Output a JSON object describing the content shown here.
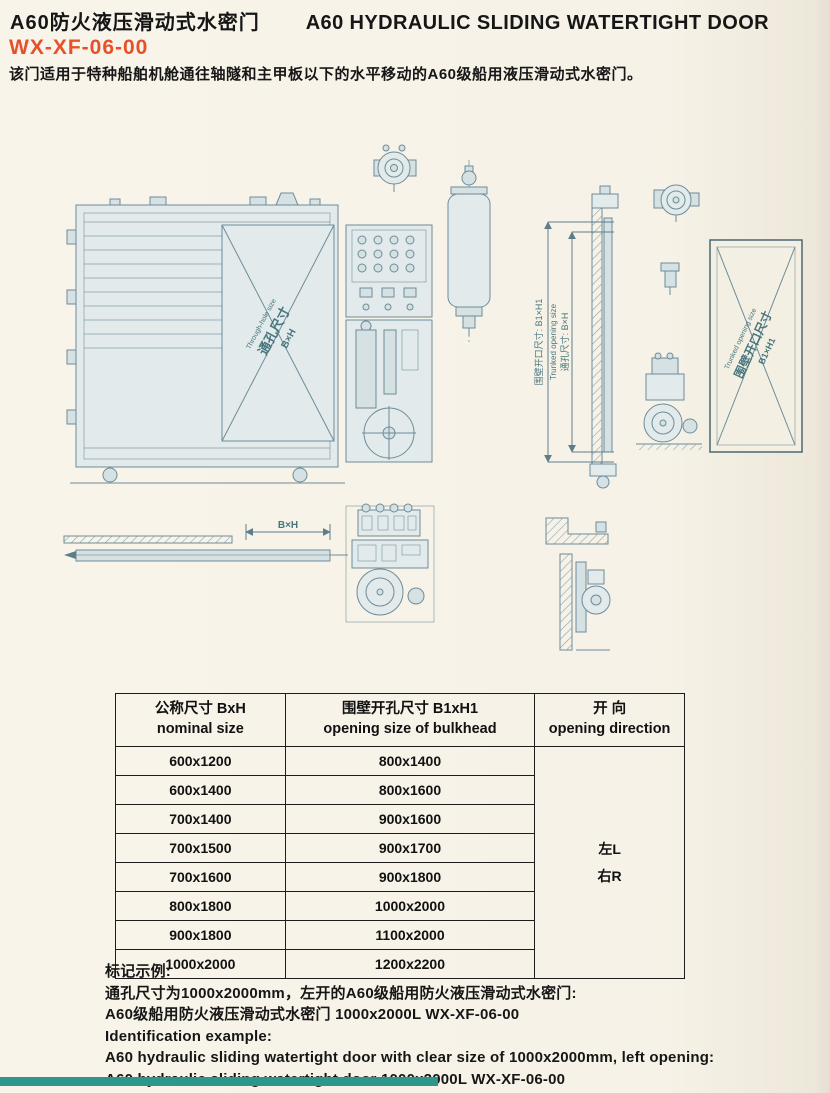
{
  "page": {
    "title_zh": "A60防火液压滑动式水密门",
    "title_en": "A60 HYDRAULIC SLIDING WATERTIGHT DOOR",
    "model": "WX-XF-06-00",
    "description": "该门适用于特种船舶机舱通往轴隧和主甲板以下的水平移动的A60级船用液压滑动式水密门。"
  },
  "drawing_labels": {
    "door_panel": {
      "en": "Through-hole size",
      "zh": "通孔尺寸",
      "dim": "B×H"
    },
    "trunk_panel": {
      "en": "Trunked opening size",
      "zh": "围壁开口尺寸",
      "dim": "B1×H1"
    },
    "side_dims": {
      "trunk_zh": "围壁开口尺寸: B1×H1",
      "trunk_en": "Trunked opening size",
      "hole_zh": "通孔尺寸: B×H"
    },
    "plan_dim": "B×H"
  },
  "table": {
    "col1_zh": "公称尺寸 BxH",
    "col1_en": "nominal size",
    "col2_zh": "围壁开孔尺寸 B1xH1",
    "col2_en": "opening size of bulkhead",
    "col3_zh": "开 向",
    "col3_en": "opening direction",
    "rows": [
      {
        "nominal": "600x1200",
        "opening": "800x1400"
      },
      {
        "nominal": "600x1400",
        "opening": "800x1600"
      },
      {
        "nominal": "700x1400",
        "opening": "900x1600"
      },
      {
        "nominal": "700x1500",
        "opening": "900x1700"
      },
      {
        "nominal": "700x1600",
        "opening": "900x1800"
      },
      {
        "nominal": "800x1800",
        "opening": "1000x2000"
      },
      {
        "nominal": "900x1800",
        "opening": "1100x2000"
      },
      {
        "nominal": "1000x2000",
        "opening": "1200x2200"
      }
    ],
    "direction_left": "左L",
    "direction_right": "右R"
  },
  "notes": {
    "mark_title_zh": "标记示例:",
    "mark_line1_zh": "通孔尺寸为1000x2000mm，左开的A60级船用防火液压滑动式水密门:",
    "mark_line2_zh": "A60级船用防火液压滑动式水密门 1000x2000L WX-XF-06-00",
    "mark_title_en": "Identification example:",
    "mark_line1_en": "A60 hydraulic sliding watertight door with clear size of 1000x2000mm, left opening:",
    "mark_line2_en": "A60 hydraulic sliding watertight door 1000x2000L WX-XF-06-00"
  }
}
